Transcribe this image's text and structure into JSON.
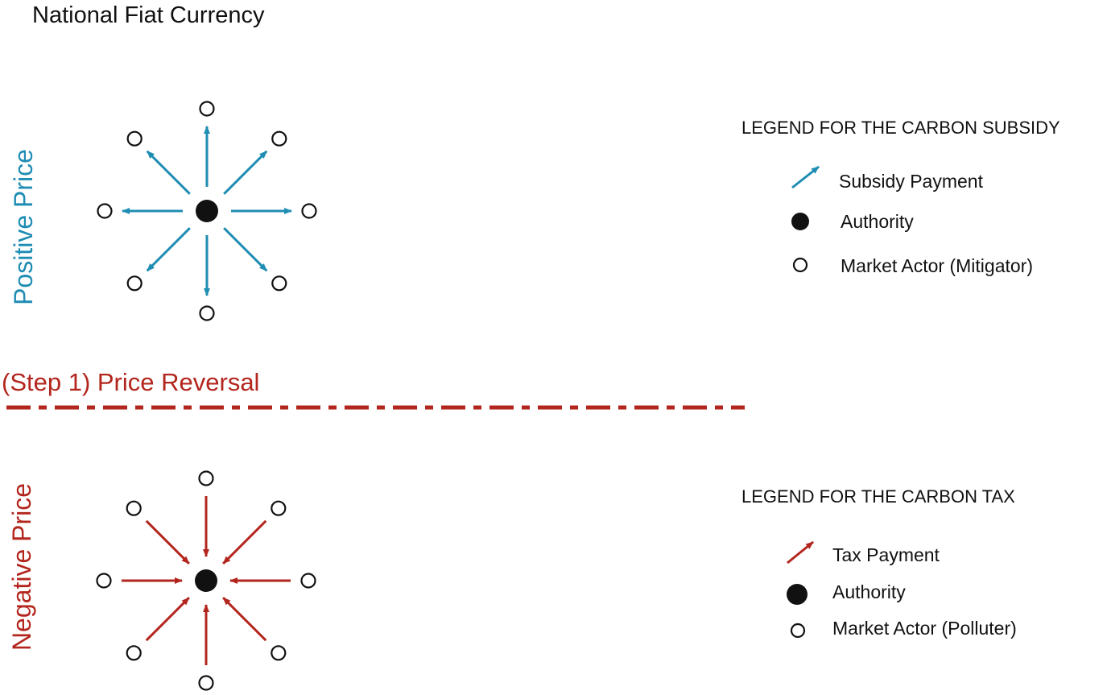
{
  "title": "National Fiat Currency",
  "colors": {
    "subsidy": "#1f8db3",
    "tax": "#b3261e",
    "ink": "#111111",
    "background": "#ffffff"
  },
  "top_panel": {
    "side_label": "Positive Price",
    "flow": "outward",
    "legend": {
      "title": "LEGEND FOR THE CARBON SUBSIDY",
      "payment_label": "Subsidy Payment",
      "authority_label": "Authority",
      "actor_label": "Market Actor (Mitigator)"
    }
  },
  "divider": {
    "label": "(Step 1) Price Reversal",
    "style": "dash-dot"
  },
  "bottom_panel": {
    "side_label": "Negative Price",
    "flow": "inward",
    "legend": {
      "title": "LEGEND FOR THE CARBON TAX",
      "payment_label": "Tax Payment",
      "authority_label": "Authority",
      "actor_label": "Market Actor (Polluter)"
    }
  },
  "icons": {
    "authority": "filled-circle-icon",
    "market_actor": "hollow-circle-icon",
    "payment": "arrow-icon"
  }
}
